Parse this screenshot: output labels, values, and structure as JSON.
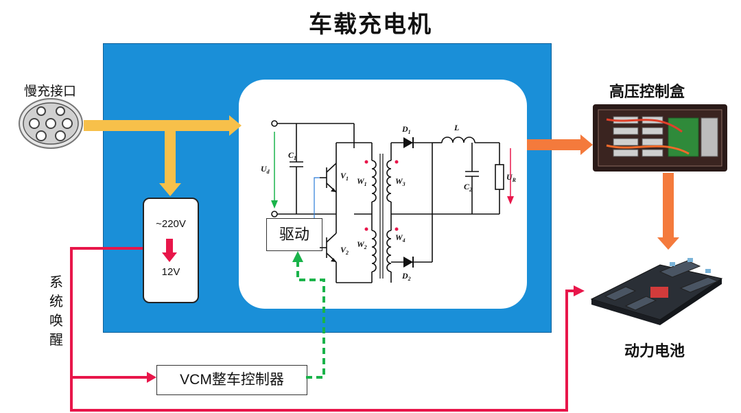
{
  "title": "车载充电机",
  "slow_port_label": "慢充接口",
  "converter": {
    "input": "~220V",
    "output": "12V"
  },
  "driver_label": "驱动",
  "vcm_label": "VCM整车控制器",
  "wake_label": "系统唤醒",
  "hv_box_label": "高压控制盒",
  "battery_label": "动力电池",
  "circuit": {
    "ud": "U",
    "ud_sub": "d",
    "c1": "C",
    "c1_sub": "1",
    "v1": "V",
    "v1_sub": "1",
    "v2": "V",
    "v2_sub": "2",
    "w1": "W",
    "w1_sub": "1",
    "w2": "W",
    "w2_sub": "2",
    "w3": "W",
    "w3_sub": "3",
    "w4": "W",
    "w4_sub": "4",
    "d1": "D",
    "d1_sub": "1",
    "d2": "D",
    "d2_sub": "2",
    "l": "L",
    "c2": "C",
    "c2_sub": "2",
    "ur": "U",
    "ur_sub": "R"
  },
  "colors": {
    "blue_panel": "#1a8fd8",
    "power_arrow": "#f7c04a",
    "hv_arrow": "#f47a3c",
    "wake_line": "#e8164a",
    "signal": "#19b34a"
  }
}
